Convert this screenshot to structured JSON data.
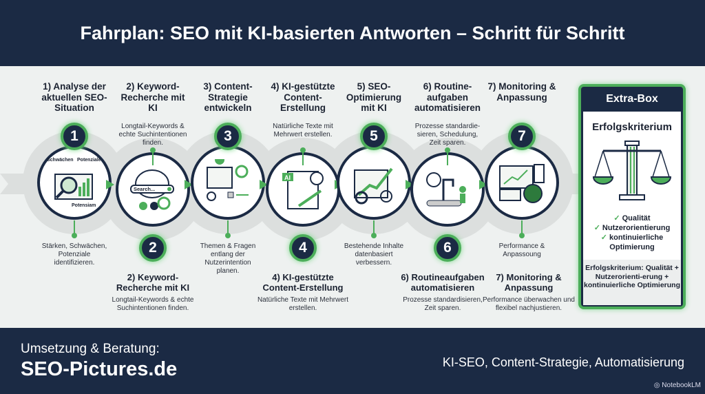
{
  "header": {
    "title": "Fahrplan: SEO mit KI-basierten Antworten – Schritt für Schritt"
  },
  "colors": {
    "navy": "#1b2a44",
    "green": "#4cae5a",
    "background": "#eef1f0"
  },
  "steps": [
    {
      "number": "1",
      "title": "1) Analyse der aktuellen SEO-Situation",
      "description": "Stärken, Schwächen, Potenziale identifizieren.",
      "icon": "magnifier-dashboard-icon",
      "icon_labels": [
        "Schwächen",
        "Potenziale",
        "Potensiam"
      ]
    },
    {
      "number": "2",
      "title": "2) Keyword-Recherche mit KI",
      "description": "Longtail-Keywords & echte Suchintentionen finden.",
      "bottom_title": "2) Keyword-Recherche mit KI",
      "bottom_description": "Longtail-Keywords & echte Suchintentionen finden.",
      "icon": "brain-search-icon",
      "icon_labels": [
        "Search..."
      ]
    },
    {
      "number": "3",
      "title": "3) Content-Strategie entwickeln",
      "description": "Themen & Fragen entlang der Nutzerintention planen.",
      "icon": "strategy-map-icon"
    },
    {
      "number": "4",
      "title": "4) KI-gestützte Content-Erstellung",
      "description": "Natürliche Texte mit Mehrwert erstellen.",
      "bottom_title": "4) KI-gestützte Content-Erstellung",
      "bottom_description": "Natürliche Texte mit Mehrwert erstellen.",
      "icon": "ai-writing-icon",
      "icon_labels": [
        "AI"
      ]
    },
    {
      "number": "5",
      "title": "5) SEO-Optimierung mit KI",
      "description": "Bestehende Inhalte datenbasiert verbessern.",
      "icon": "growth-chart-gear-icon"
    },
    {
      "number": "6",
      "title": "6) Routine-aufgaben automatisieren",
      "description": "Prozesse standardie-sieren, Schedulung, Zeit sparen.",
      "bottom_title": "6) Routineaufgaben automatisieren",
      "bottom_description": "Prozesse standardisieren, Zeit sparen.",
      "icon": "robot-arm-clock-icon"
    },
    {
      "number": "7",
      "title": "7) Monitoring & Anpassung",
      "description": "Performance & Anpassoung",
      "bottom_title": "7) Monitoring & Anpassung",
      "bottom_description": "Performance überwachen und flexibel nachjustieren.",
      "icon": "monitoring-dashboard-icon"
    }
  ],
  "extra_box": {
    "header": "Extra-Box",
    "title": "Erfolgskriterium",
    "icon": "scales-pillar-icon",
    "checks": [
      "Qualität",
      "Nutzerorientierung",
      "kontinuierliche Optimierung"
    ],
    "summary": "Erfolgskriterium: Qualität + Nutzerorienti-erung + kontinuierliche Optimierung"
  },
  "footer": {
    "label": "Umsetzung & Beratung:",
    "brand": "SEO-Pictures.de",
    "tagline": "KI-SEO, Content-Strategie, Automatisierung",
    "watermark": "NotebookLM"
  }
}
